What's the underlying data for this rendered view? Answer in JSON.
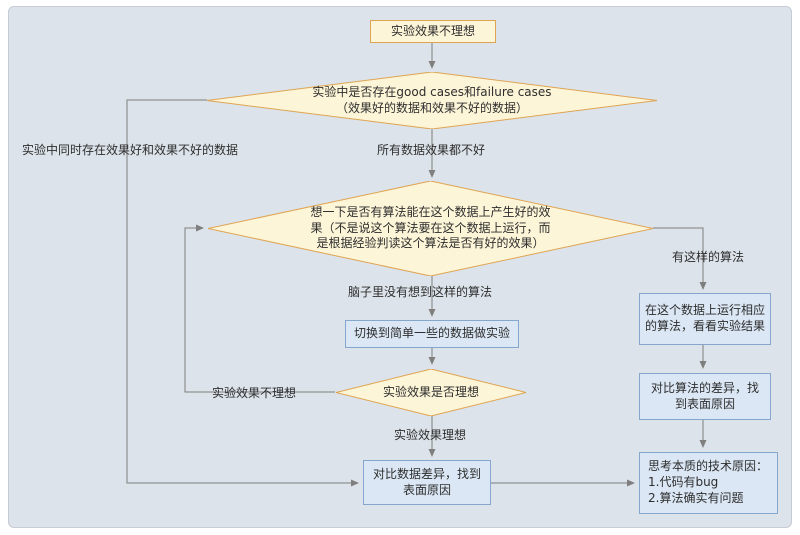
{
  "nodes": {
    "start": {
      "label": "实验效果不理想"
    },
    "diamond_cases": {
      "label": "实验中是否存在good cases和failure cases\n（效果好的数据和效果不好的数据）"
    },
    "diamond_algo": {
      "label": "想一下是否有算法能在这个数据上产生好的效\n果（不是说这个算法要在这个数据上运行，而\n是根据经验判读这个算法是否有好的效果）"
    },
    "switch_simple_data": {
      "label": "切换到简单一些的数据做实验"
    },
    "diamond_result": {
      "label": "实验效果是否理想"
    },
    "compare_data": {
      "label": "对比数据差异，找到\n表面原因"
    },
    "run_algo": {
      "label": "在这个数据上运行相应\n的算法，看看实验结果"
    },
    "compare_algo": {
      "label": "对比算法的差异，找\n到表面原因"
    },
    "root_cause": {
      "label": "思考本质的技术原因：\n1.代码有bug\n2.算法确实有问题"
    }
  },
  "edges": {
    "both_good_bad": "实验中同时存在效果好和效果不好的数据",
    "all_bad": "所有数据效果都不好",
    "has_algo": "有这样的算法",
    "no_algo": "脑子里没有想到这样的算法",
    "not_ideal": "实验效果不理想",
    "ideal": "实验效果理想"
  },
  "colors": {
    "panel-bg": "#dce3ea",
    "yellow-fill": "#fdf5d8",
    "yellow-border": "#dfa452",
    "blue-fill": "#dbe7f4",
    "blue-border": "#84a7cb",
    "line-color": "#7f7f7f"
  }
}
